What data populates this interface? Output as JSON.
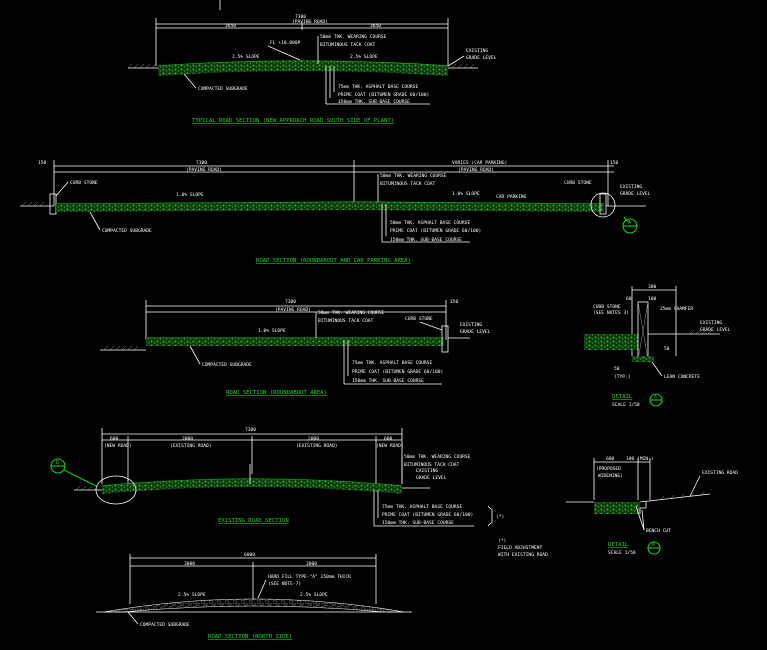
{
  "sections": {
    "s1": {
      "title": "TYPICAL ROAD SECTION (NEW APPROACH ROAD SOUTH SIDE OF PLANT)",
      "dims": {
        "total": "7300",
        "paving": "(PAVING ROAD)",
        "left": "3650",
        "right": "3650"
      },
      "labels": {
        "datum": "FL +10.000P",
        "slope_l": "2.5% SLOPE",
        "slope_r": "2.5% SLOPE",
        "wearing": "50mm THK. WEARING COURSE",
        "tack": "BITUMINOUS TACK COAT",
        "existing": "EXISTING",
        "grade": "GRADE LEVEL",
        "subgrade": "COMPACTED SUBGRADE",
        "base": "75mm THK. ASPHALT BASE COURSE",
        "prime": "PRIME COAT (BITUMEN GRADE 60/100)",
        "subbase": "150mm THK. SUB-BASE COURSE"
      }
    },
    "s2": {
      "title": "ROAD SECTION (ROUNDABOUT AND CAR PARKING AREA)",
      "dims": {
        "left_small": "150",
        "paving": "(PAVING ROAD)",
        "left": "7300",
        "right": "VARIES (CAR PARKING)",
        "right_paving": "(PAVING ROAD)",
        "right_small": "150"
      },
      "labels": {
        "curb_l": "CURB STONE",
        "slope_l": "1.0% SLOPE",
        "wearing": "50mm THK. WEARING COURSE",
        "tack": "BITUMINOUS TACK COAT",
        "slope_r": "1.0% SLOPE",
        "car_parking": "CAR PARKING",
        "curb_r": "CURB STONE",
        "existing": "EXISTING",
        "grade": "GRADE LEVEL",
        "subgrade": "COMPACTED SUBGRADE",
        "base": "50mm THK. ASPHALT BASE COURSE",
        "prime": "PRIME COAT (BITUMEN GRADE 60/100)",
        "subbase": "150mm THK. SUB-BASE COURSE",
        "marker": "A"
      }
    },
    "s3": {
      "title": "ROAD SECTION (ROUNDABOUT AREA)",
      "dims": {
        "total": "7300",
        "paving": "(PAVING ROAD)",
        "right_small": "150"
      },
      "labels": {
        "wearing": "50mm THK. WEARING COURSE",
        "tack": "BITUMINOUS TACK COAT",
        "slope": "1.0% SLOPE",
        "curb": "CURB STONE",
        "existing": "EXISTING",
        "grade": "GRADE LEVEL",
        "subgrade": "COMPACTED SUBGRADE",
        "base": "75mm THK. ASPHALT BASE COURSE",
        "prime": "PRIME COAT (BITUMEN GRADE 60/100)",
        "subbase": "150mm THK. SUB-BASE COURSE"
      }
    },
    "s4": {
      "title": "EXISTING ROAD SECTION",
      "dims": {
        "total": "7300",
        "a": "600",
        "a_sub": "(NEW ROAD)",
        "b": "2000",
        "b_sub": "(EXISTING ROAD)",
        "c": "2000",
        "c_sub": "(EXISTING ROAD)",
        "d": "600",
        "d_sub": "(NEW ROAD)"
      },
      "labels": {
        "wearing": "50mm THK. WEARING COURSE",
        "tack": "BITUMINOUS TACK COAT",
        "existing": "EXISTING",
        "grade": "GRADE LEVEL",
        "base": "75mm THK. ASPHALT BASE COURSE",
        "prime": "PRIME COAT (BITUMEN GRADE 60/100)",
        "subbase": "150mm THK. SUB-BASE COURSE",
        "star": "(*)",
        "field_star": "(*)",
        "field": "FIELD ADJUSTMENT",
        "field2": "WITH EXISTING ROAD",
        "marker": "B"
      }
    },
    "s5": {
      "title": "ROAD SECTION (NORTH SIDE)",
      "dims": {
        "total": "6000",
        "left": "3000",
        "right": "3000"
      },
      "labels": {
        "fill": "HARD FILL TYPE-\"A\" 150mm THICK",
        "note": "(SEE NOTE-7)",
        "slope_l": "2.5% SLOPE",
        "slope_r": "2.5% SLOPE",
        "subgrade": "COMPACTED SUBGRADE"
      }
    },
    "detailA": {
      "title": "DETAIL",
      "scale": "SCALE 1/50",
      "marker": "A",
      "dims": {
        "top": "300",
        "w1": "60",
        "w2": "100",
        "side": "50",
        "bottom": "50",
        "typ": "(TYP.)"
      },
      "labels": {
        "curb": "CURB STONE",
        "note": "(SEE NOTES 3)",
        "chamfer": "25mm CHAMFER",
        "existing": "EXISTING",
        "grade": "GRADE LEVEL",
        "lean": "LEAN CONCRETE"
      }
    },
    "detailB": {
      "title": "DETAIL",
      "scale": "SCALE 1/50",
      "marker": "B",
      "dims": {
        "left": "600",
        "right": "100 (MIN.)",
        "proposed": "(PROPOSED",
        "widening": "WIDENING)"
      },
      "labels": {
        "existing_road": "EXISTING ROAD",
        "bench": "BENCH CUT"
      }
    }
  }
}
